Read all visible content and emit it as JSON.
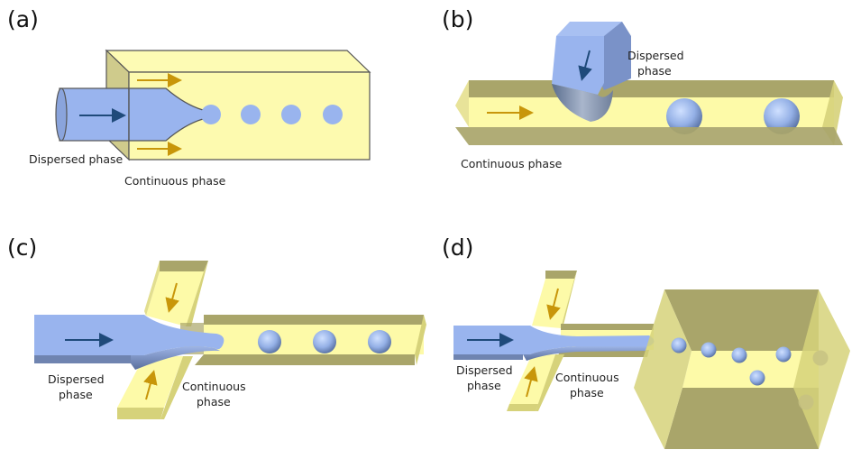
{
  "figure": {
    "title": "Microfluidic droplet generation geometries",
    "colors": {
      "channel_yellow": "#fdfaa8",
      "channel_yellow_dark": "#a9a56a",
      "channel_yellow_mid": "#d6d27a",
      "dispersed_blue": "#99b4ee",
      "dispersed_blue_dark": "#6f84b0",
      "continuous_arrow": "#c8960a",
      "dispersed_arrow": "#1f4a7a",
      "outline": "#555555"
    },
    "panels": [
      {
        "id": "a",
        "label": "(a)",
        "geometry": "co-flow capillary",
        "texts": {
          "dispersed": "Dispersed phase",
          "continuous": "Continuous phase"
        },
        "droplet_count": 4
      },
      {
        "id": "b",
        "label": "(b)",
        "geometry": "T-junction",
        "texts": {
          "dispersed_line1": "Dispersed",
          "dispersed_line2": "phase",
          "continuous": "Continuous phase"
        },
        "droplet_count": 2
      },
      {
        "id": "c",
        "label": "(c)",
        "geometry": "flow-focusing",
        "texts": {
          "dispersed_line1": "Dispersed",
          "dispersed_line2": "phase",
          "continuous_line1": "Continuous",
          "continuous_line2": "phase"
        },
        "droplet_count": 3
      },
      {
        "id": "d",
        "label": "(d)",
        "geometry": "step emulsification",
        "texts": {
          "dispersed_line1": "Dispersed",
          "dispersed_line2": "phase",
          "continuous_line1": "Continuous",
          "continuous_line2": "phase"
        },
        "droplet_count": 7
      }
    ]
  }
}
